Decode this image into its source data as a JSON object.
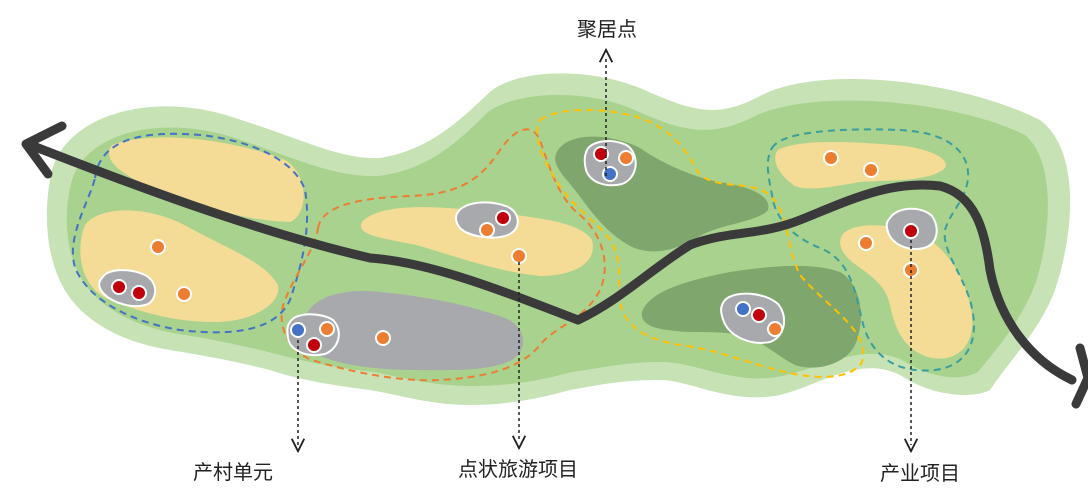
{
  "labels": {
    "settlement": "聚居点",
    "village_unit": "产村单元",
    "tourism": "点状旅游项目",
    "industry": "产业项目"
  },
  "colors": {
    "outer_band": "#c7e3b6",
    "inner_green": "#a9d28e",
    "field": "#f4dc96",
    "forest": "#7fa66c",
    "grey_area": "#a7a9ac",
    "route": "#3a3a3a",
    "dot_red": "#c0000a",
    "dot_orange": "#ed7d31",
    "dot_blue": "#4472c4",
    "boundary_blue": "#4472c4",
    "boundary_orange": "#ed7d31",
    "boundary_yellow": "#ffc000",
    "boundary_teal": "#3a9e9e"
  }
}
